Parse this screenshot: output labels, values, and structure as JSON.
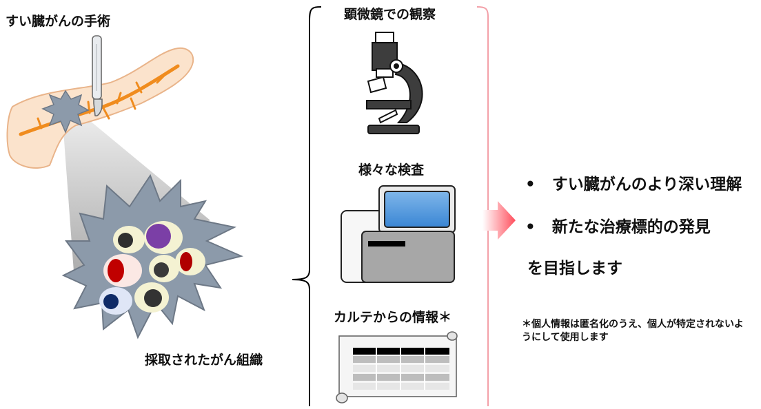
{
  "left": {
    "surgery_label": "すい臓がんの手術",
    "tissue_label": "採取されたがん組織"
  },
  "middle": {
    "microscope_label": "顕微鏡での観察",
    "tests_label": "様々な検査",
    "records_label": "カルテからの情報＊"
  },
  "right": {
    "bullet_symbol": "•",
    "goals": [
      "すい臓がんのより深い理解",
      "新たな治療標的の発見"
    ],
    "closing": "を目指します",
    "note": "＊個人情報は匿名化のうえ、個人が特定されないようにして使用します"
  },
  "colors": {
    "pancreas": "#fbe3cc",
    "vessel": "#f08c1e",
    "tumor": "#8c9aaa",
    "arrow": "#ff4e5c",
    "bracket_pink": "#f3a0a8"
  }
}
